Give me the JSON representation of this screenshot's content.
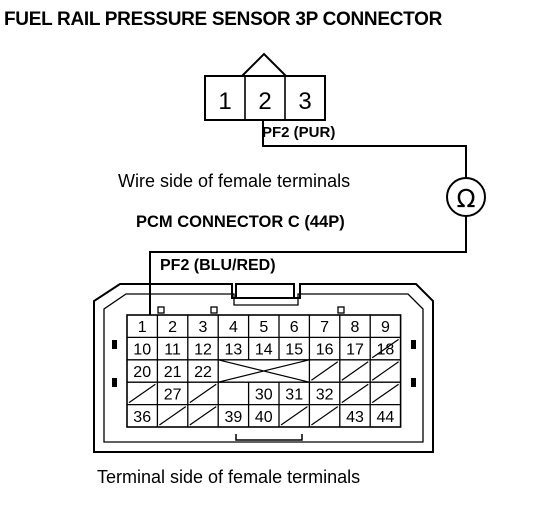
{
  "title": "FUEL RAIL PRESSURE SENSOR 3P CONNECTOR",
  "sensor_connector": {
    "pins": [
      "1",
      "2",
      "3"
    ]
  },
  "wire_sensor": "PF2 (PUR)",
  "caption_wire_side": "Wire side of female terminals",
  "ohmmeter_symbol": "Ω",
  "pcm_connector_title": "PCM CONNECTOR C (44P)",
  "wire_pcm": "PF2 (BLU/RED)",
  "pcm_connector": {
    "row1": [
      "1",
      "2",
      "3",
      "4",
      "5",
      "6",
      "7",
      "8",
      "9"
    ],
    "row2": [
      "10",
      "11",
      "12",
      "13",
      "14",
      "15",
      "16",
      "17",
      "18"
    ],
    "row3": [
      "20",
      "21",
      "22"
    ],
    "row4": [
      "27",
      "30",
      "31",
      "32"
    ],
    "row5": [
      "36",
      "39",
      "40",
      "43",
      "44"
    ]
  },
  "caption_terminal_side": "Terminal side of female terminals"
}
